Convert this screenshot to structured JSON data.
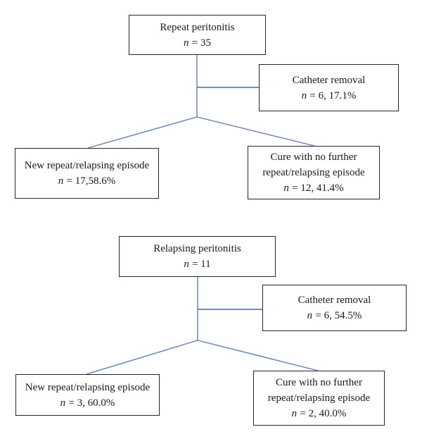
{
  "colors": {
    "connector": "#5b7dca",
    "box_border": "#262626",
    "text": "#1a1a1a",
    "background": "#ffffff"
  },
  "diagrams": [
    {
      "id": "repeat-peritonitis-flow",
      "root": {
        "title_lines": [
          "Repeat peritonitis"
        ],
        "n_label": "n",
        "n_value": "= 35"
      },
      "side": {
        "title_lines": [
          "Catheter removal"
        ],
        "n_label": "n",
        "n_value": "= 6, 17.1%"
      },
      "left": {
        "title_lines": [
          "New repeat/relapsing episode"
        ],
        "n_label": "n",
        "n_value": "= 17,58.6%"
      },
      "right": {
        "title_lines": [
          "Cure with no further",
          "repeat/relapsing episode"
        ],
        "n_label": "n",
        "n_value": "= 12, 41.4%"
      }
    },
    {
      "id": "relapsing-peritonitis-flow",
      "root": {
        "title_lines": [
          "Relapsing peritonitis"
        ],
        "n_label": "n",
        "n_value": "= 11"
      },
      "side": {
        "title_lines": [
          "Catheter removal"
        ],
        "n_label": "n",
        "n_value": "= 6, 54.5%"
      },
      "left": {
        "title_lines": [
          "New repeat/relapsing episode"
        ],
        "n_label": "n",
        "n_value": "= 3, 60.0%"
      },
      "right": {
        "title_lines": [
          "Cure with no further",
          "repeat/relapsing episode"
        ],
        "n_label": "n",
        "n_value": "= 2, 40.0%"
      }
    }
  ]
}
